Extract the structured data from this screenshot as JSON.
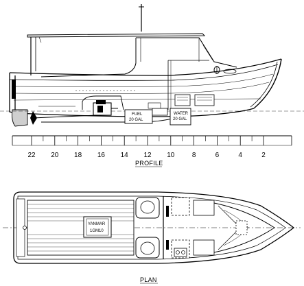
{
  "stations": [
    "22",
    "20",
    "18",
    "16",
    "14",
    "12",
    "10",
    "8",
    "6",
    "4",
    "2"
  ],
  "profile": {
    "caption": "PROFILE",
    "fuel_label": "FUEL",
    "fuel_capacity": "20 GAL",
    "water_label": "WATER",
    "water_capacity": "20 GAL"
  },
  "plan": {
    "caption": "PLAN",
    "engine_brand": "YANMAR",
    "engine_model": "1GM10"
  }
}
